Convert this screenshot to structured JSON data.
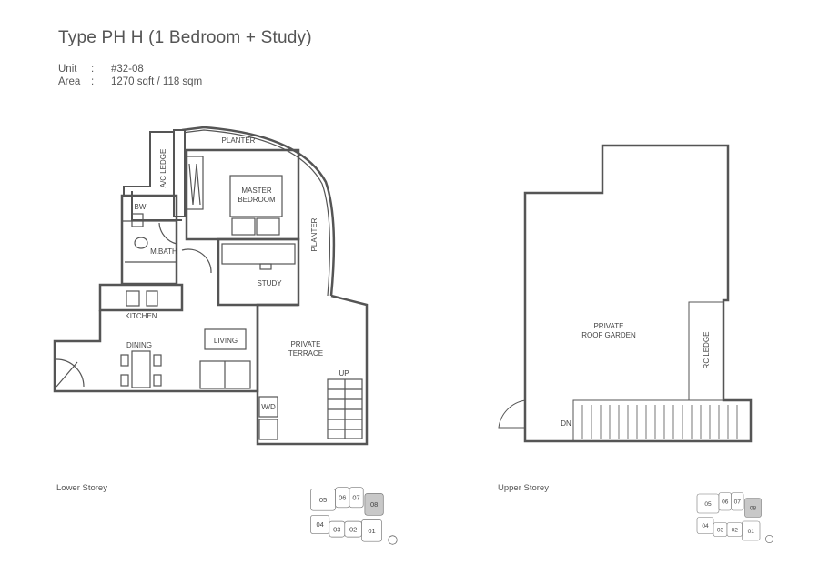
{
  "header": {
    "title": "Type PH H (1 Bedroom + Study)",
    "unit_label": "Unit",
    "unit_value": "#32-08",
    "area_label": "Area",
    "area_value": "1270 sqft / 118 sqm",
    "separator": ":"
  },
  "lower": {
    "caption": "Lower Storey",
    "rooms": {
      "planter_top": "PLANTER",
      "ac_ledge": "A/C LEDGE",
      "master_bedroom_1": "MASTER",
      "master_bedroom_2": "BEDROOM",
      "bw": "BW",
      "mbath": "M.BATH",
      "planter_right": "PLANTER",
      "study": "STUDY",
      "kitchen": "KITCHEN",
      "dining": "DINING",
      "living": "LIVING",
      "terrace_1": "PRIVATE",
      "terrace_2": "TERRACE",
      "up": "UP",
      "wd": "W/D"
    }
  },
  "upper": {
    "caption": "Upper Storey",
    "rooms": {
      "roof_1": "PRIVATE",
      "roof_2": "ROOF GARDEN",
      "rc_ledge": "RC LEDGE",
      "dn": "DN"
    }
  },
  "key_plan": {
    "units": [
      "05",
      "06",
      "07",
      "08",
      "04",
      "03",
      "02",
      "01"
    ],
    "highlight": "08",
    "highlight_color": "#c8c8c8"
  }
}
